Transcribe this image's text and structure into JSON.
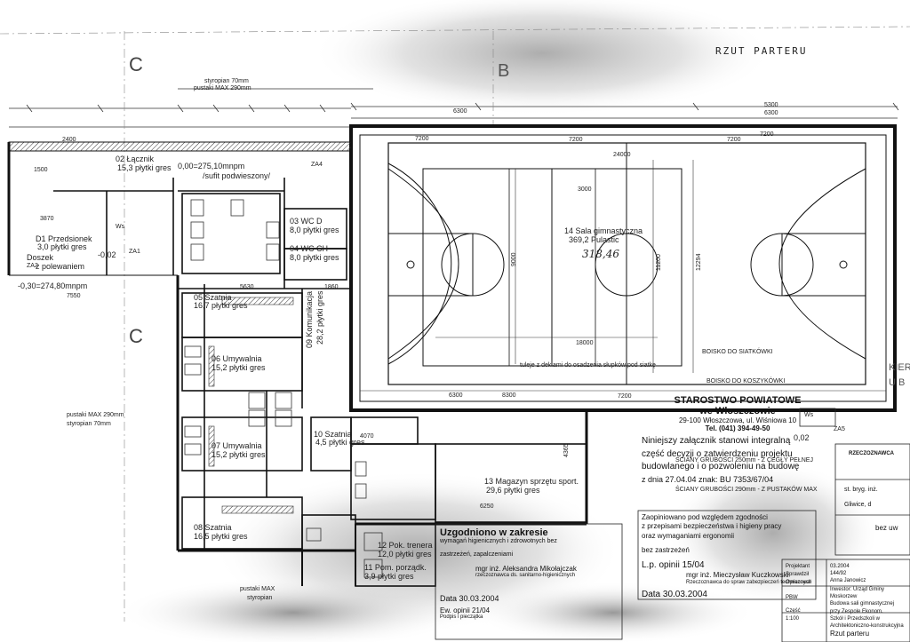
{
  "title": "RZUT PARTERU",
  "axes": {
    "c1": "C",
    "b1": "B",
    "c2": "C"
  },
  "rooms": {
    "r1": "D1 Przedsionek",
    "r1a": "3,0 płytki gres",
    "r2": "02 Łącznik",
    "r2a": "15,3 płytki gres",
    "r3": "03 WC D",
    "r3a": "8,0 płytki gres",
    "r4": "04 WC CH",
    "r4a": "8,0 płytki gres",
    "r5": "05 Szatnia",
    "r5a": "16,7 płytki gres",
    "r6": "06 Umywalnia",
    "r6a": "15,2 płytki gres",
    "r7": "07 Umywalnia",
    "r7a": "15,2 płytki gres",
    "r8": "08 Szatnia",
    "r8a": "16,5 płytki gres",
    "r9": "09 Komunikacja",
    "r9a": "28,2 płytki gres",
    "r10": "10 Szatnia",
    "r10a": "4,5 płytki gres",
    "r11": "11 Pom. porządk.",
    "r11a": "3,9 płytki gres",
    "r12": "12 Pok. trenera",
    "r12a": "12,0 płytki gres",
    "r13": "13 Magazyn sprzętu sport.",
    "r13a": "29,6 płytki gres",
    "r14": "14 Sala gimnastyczna",
    "r14a": "369,2 Pulastic"
  },
  "notes": {
    "level1": "0,00=275,10mnpm",
    "ceiling": "/sufit podwieszony/",
    "level2": "-0,30=274,80mnpm",
    "doszek": "Doszek",
    "doszek2": "z polewaniem",
    "minus002": "-0,02",
    "volley": "BOISKO DO SIATKÓWKI",
    "basket": "BOISKO DO KOSZYKÓWKI",
    "tuleje": "tuleje z deklami do osadzenia słupków pod siatkę",
    "styro1": "styropian   70mm",
    "pustak1": "pustaki MAX  290mm",
    "pustak2": "pustaki MAX  290mm",
    "styro2": "styropian   70mm",
    "pustak3": "pustaki MAX",
    "styro3": "styropian",
    "wall1": "ŚCIANY GRUBOŚCI 250mm - Z CEGŁY PEŁNEJ",
    "wall2": "ŚCIANY GRUBOŚCI 290mm - Z PUSTAKÓW MAX",
    "hw": "318,46",
    "za4": "ZA4",
    "za5": "ZA5",
    "za2": "ZA2",
    "za1": "ZA1",
    "ws": "Ws",
    "val002": "0,02"
  },
  "dims": {
    "d7200a": "7200",
    "d6300a": "6300",
    "d6300b": "6300",
    "d7200b": "7200",
    "d7200c": "7200",
    "d7200d": "7200",
    "d7200e": "7200",
    "d24000": "24000",
    "d3000": "3000",
    "d9000": "9000",
    "d11200": "11200",
    "d12294": "12294",
    "d18000": "18000",
    "d5630": "5630",
    "d8300": "8300",
    "d6250": "6250",
    "d1500": "1500",
    "d2400": "2400",
    "d3870": "3870",
    "d7550": "7550",
    "d4070": "4070",
    "d1860": "1860",
    "d4365": "4365",
    "d5300": "5300",
    "d6300c": "6300"
  },
  "stamp_starostwo": {
    "line1": "STAROSTWO POWIATOWE",
    "line2": "we Włoszczowie",
    "line3": "29-100 Włoszczowa, ul. Wiśniowa 10",
    "line4": "Tel. (041) 394-49-50",
    "text1": "Niniejszy załącznik stanowi integralną",
    "text2": "część decyzji o zatwierdzeniu projektu",
    "text3": "budowlanego i o pozwoleniu na budowę",
    "text4": "z dnia 27.04.04  znak: BU 7353/67/04"
  },
  "stamp_uzgodniono": {
    "line1": "Uzgodniono w zakresie",
    "line2": "wymagań higienicznych i zdrowotnych bez",
    "line3": "zastrzeżeń, zapalczeniami",
    "name": "mgr inż. Aleksandra Mikołajczak",
    "role": "rzeczoznawca ds. sanitarno-higienicznych",
    "data": "Data 30.03.2004",
    "ewid": "Ew. opinii 21/04",
    "sign": "Podpis i pieczątka"
  },
  "stamp_uzgodnienie2": {
    "line1": "Zaopiniowano pod względem zgodności",
    "line2": "z przepisami bezpieczeństwa i higieny pracy",
    "line3": "oraz wymaganiami ergonomii",
    "bez": "bez zastrzeżeń",
    "lp": "L.p. opinii 15/04",
    "mgr": "mgr inż. Mieczysław Kuczkowski",
    "mgr2": "Rzeczoznawca do spraw zabezpieczeń technicznych",
    "data": "Data 30.03.2004"
  },
  "title_block": {
    "inwestor": "Inwestor: Urząd Gminy Moskorzew",
    "obiekt1": "Budowa sali gimnastycznej",
    "obiekt2": "przy Zespole Ekonom.",
    "obiekt3": "Szkół i Przedszkoli w",
    "branza": "Architektoniczno-konstrukcyjna",
    "rysunek": "Rzut parteru",
    "skala": "1:100",
    "data": "03.2004",
    "nr": "144/92",
    "projektant": "Projektant",
    "sprawdzil": "Sprawdził",
    "opracowal": "Opracował",
    "autor": "Anna Janowicz",
    "pbw": "PBW",
    "czesc": "Część",
    "rzeczoz": "RZECZOZNAWCA",
    "stbryg": "st. bryg. inż.",
    "gliwice": "Gliwice, d",
    "bezuw": "bez uw",
    "kier": "KIER",
    "ub": "U B"
  }
}
